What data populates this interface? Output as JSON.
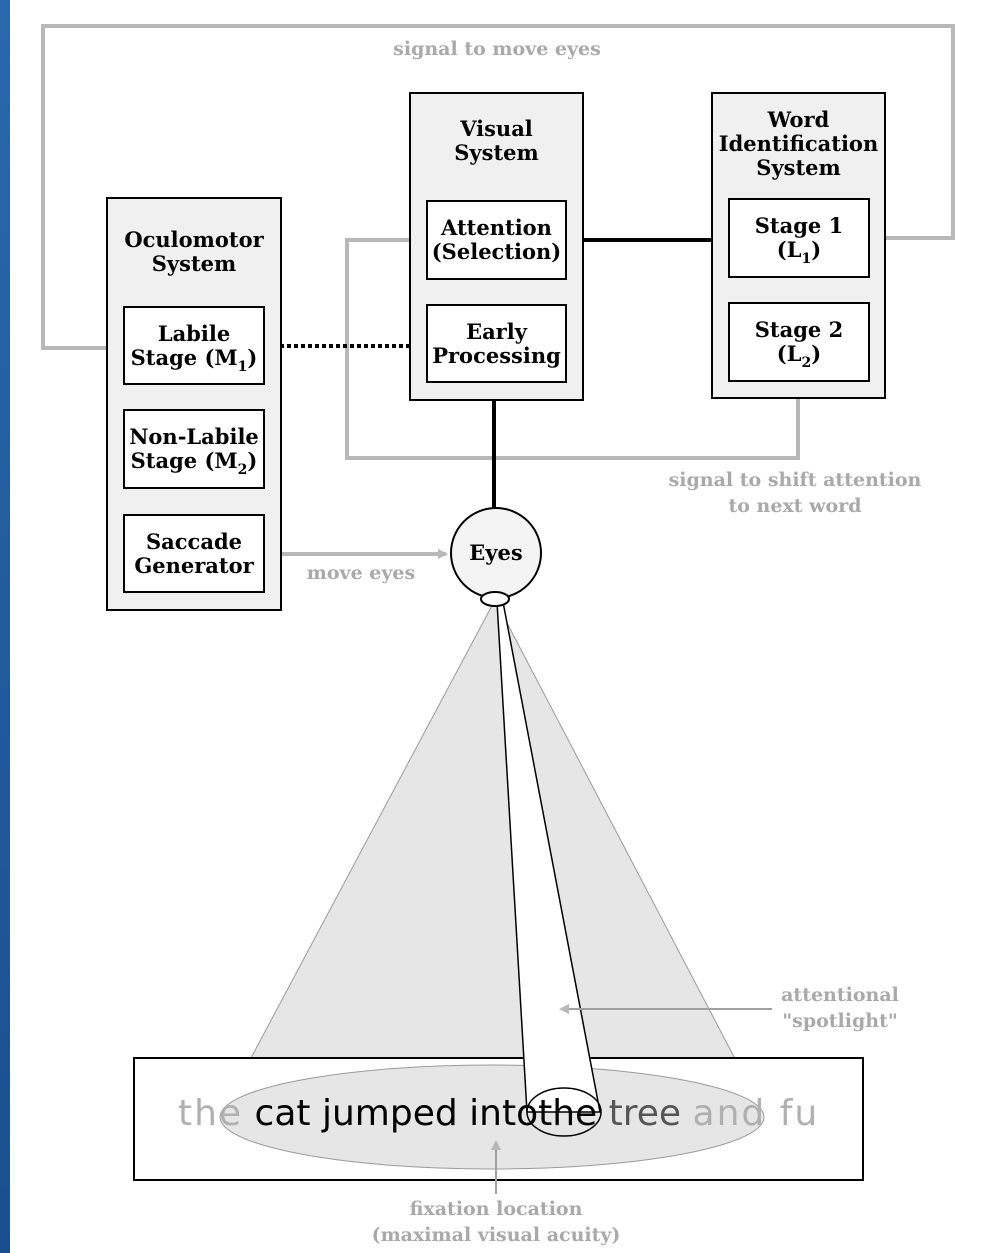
{
  "labels": {
    "signal_move_eyes": "signal to move eyes",
    "signal_shift_attention_1": "signal to shift attention",
    "signal_shift_attention_2": "to next word",
    "move_eyes": "move eyes",
    "attentional_1": "attentional",
    "attentional_2": "\"spotlight\"",
    "fixation_1": "fixation location",
    "fixation_2": "(maximal visual acuity)"
  },
  "oculomotor": {
    "title_1": "Oculomotor",
    "title_2": "System",
    "labile_1": "Labile",
    "labile_2": "Stage (M",
    "labile_sub": "1",
    "nonlabile_1": "Non-Labile",
    "nonlabile_2": "Stage (M",
    "nonlabile_sub": "2",
    "saccade_1": "Saccade",
    "saccade_2": "Generator"
  },
  "visual": {
    "title_1": "Visual",
    "title_2": "System",
    "attention_1": "Attention",
    "attention_2": "(Selection)",
    "early_1": "Early",
    "early_2": "Processing"
  },
  "word": {
    "title_1": "Word",
    "title_2": "Identification",
    "title_3": "System",
    "stage1_1": "Stage 1",
    "stage1_2": "(L",
    "stage1_sub": "1",
    "stage2_1": "Stage 2",
    "stage2_2": "(L",
    "stage2_sub": "2"
  },
  "eyes": "Eyes",
  "sentence": {
    "left_faded": "the",
    "main_1": "cat jumped into",
    "focus": "the",
    "main_2": "tree",
    "right_faded": "and fu"
  },
  "colors": {
    "grey_arrow": "#b8b8b8",
    "grey_text": "#a9a9a9",
    "cone_fill": "#e6e6e6",
    "frame_blue": "#1f5a9c"
  }
}
